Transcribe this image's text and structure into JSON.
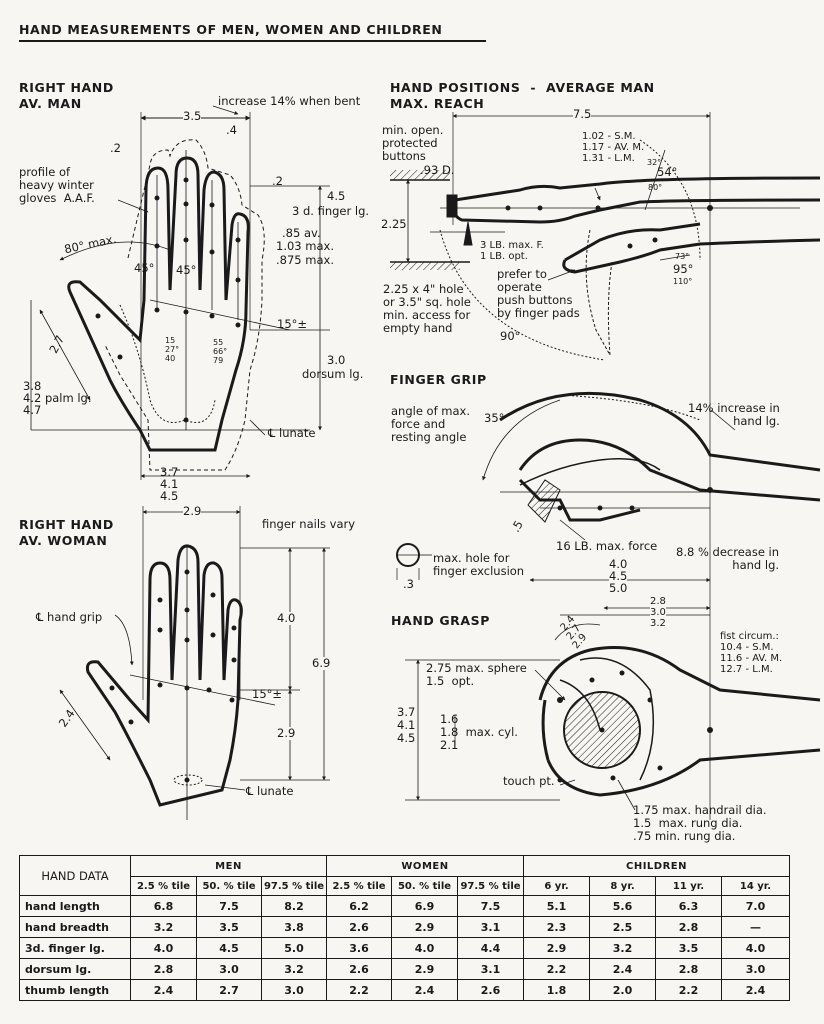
{
  "title": "HAND MEASUREMENTS OF MEN, WOMEN AND CHILDREN",
  "man": {
    "heading_1": "RIGHT HAND",
    "heading_2": "AV. MAN",
    "increase_bent": "increase 14% when bent",
    "w_3_5": "3.5",
    "w_2": ".2",
    "w_4": ".4",
    "w_2b": ".2",
    "gloves": "profile of\nheavy winter\ngloves  A.A.F.",
    "finger_lg_num": "4.5",
    "finger_lg": "3 d. finger lg.",
    "nail_1": ".85 av.",
    "nail_2": "1.03 max.",
    "nail_3": ".875 max.",
    "angle_80": "80° max.",
    "angle_45a": "45°",
    "angle_45b": "45°",
    "angle_15": "15°±",
    "thumb_2_7": "2.7",
    "joint_a": "15\n27°\n40",
    "joint_b": "55\n66°\n79",
    "dorsum_num": "3.0",
    "dorsum": "dorsum lg.",
    "palm_1": "3.8",
    "palm_2": "4.2 palm lg.",
    "palm_3": "4.7",
    "lunate": "℄ lunate",
    "bottom_1": "3.7",
    "bottom_2": "4.1",
    "bottom_3": "4.5"
  },
  "woman": {
    "heading_1": "RIGHT HAND",
    "heading_2": "AV. WOMAN",
    "w_2_9": "2.9",
    "nails": "finger nails vary",
    "hand_grip": "℄ hand grip",
    "len_4_0": "4.0",
    "len_6_9": "6.9",
    "angle_15": "15°±",
    "len_2_9": "2.9",
    "thumb_2_4": "2.4",
    "lunate": "℄ lunate"
  },
  "reach": {
    "heading_1": "HAND POSITIONS  -  AVERAGE MAN",
    "heading_2": "MAX. REACH",
    "len_7_5": "7.5",
    "buttons": "min. open.\nprotected\nbuttons",
    "d_93": ".93 D.",
    "sizes": "1.02 - S.M.\n1.17 - AV. M.\n1.31 - L.M.",
    "ang_32": "32°",
    "ang_54": "54°",
    "ang_80": "80°",
    "h_2_25": "2.25",
    "force": "3 LB. max. F.\n1 LB. opt.",
    "hole": "2.25 x 4\" hole\nor 3.5\" sq. hole\nmin. access for\nempty hand",
    "prefer": "prefer to\noperate\npush buttons\nby finger pads",
    "ang_73": "73°",
    "ang_95": "95°",
    "ang_110": "110°",
    "ang_90": "90°"
  },
  "grip": {
    "heading": "FINGER GRIP",
    "angle_note": "angle of max.\nforce and\nresting angle",
    "ang_35": "35°",
    "increase": "14% increase in\nhand lg.",
    "d_5": ".5",
    "force": "16 LB. max. force",
    "decrease": "8.8 % decrease in\nhand lg.",
    "len_1": "4.0",
    "len_2": "4.5",
    "len_3": "5.0",
    "hole_note": "max. hole for\nfinger exclusion",
    "hole_d": ".3"
  },
  "grasp": {
    "heading": "HAND GRASP",
    "r_1": "2.4",
    "r_2": "2.7",
    "r_3": "2.9",
    "t_1": "2.8",
    "t_2": "3.0",
    "t_3": "3.2",
    "fist": "fist circum.:\n10.4 - S.M.\n11.6 - AV. M.\n12.7 - L.M.",
    "sphere": "2.75 max. sphere\n1.5  opt.",
    "h_1": "3.7",
    "h_2": "4.1",
    "h_3": "4.5",
    "cyl": "1.6\n1.8  max. cyl.\n2.1",
    "touch": "touch pt.",
    "rail": "1.75 max. handrail dia.\n1.5  max. rung dia.\n.75 min. rung dia."
  },
  "table": {
    "corner": "HAND DATA",
    "groups": [
      "MEN",
      "WOMEN",
      "CHILDREN"
    ],
    "percentiles": [
      "2.5 % tile",
      "50. % tile",
      "97.5 % tile",
      "2.5 % tile",
      "50. % tile",
      "97.5 % tile",
      "6 yr.",
      "8 yr.",
      "11 yr.",
      "14 yr."
    ],
    "rows": [
      {
        "label": "hand length",
        "values": [
          "6.8",
          "7.5",
          "8.2",
          "6.2",
          "6.9",
          "7.5",
          "5.1",
          "5.6",
          "6.3",
          "7.0"
        ]
      },
      {
        "label": "hand breadth",
        "values": [
          "3.2",
          "3.5",
          "3.8",
          "2.6",
          "2.9",
          "3.1",
          "2.3",
          "2.5",
          "2.8",
          "—"
        ]
      },
      {
        "label": "3d. finger lg.",
        "values": [
          "4.0",
          "4.5",
          "5.0",
          "3.6",
          "4.0",
          "4.4",
          "2.9",
          "3.2",
          "3.5",
          "4.0"
        ]
      },
      {
        "label": "dorsum lg.",
        "values": [
          "2.8",
          "3.0",
          "3.2",
          "2.6",
          "2.9",
          "3.1",
          "2.2",
          "2.4",
          "2.8",
          "3.0"
        ]
      },
      {
        "label": "thumb length",
        "values": [
          "2.4",
          "2.7",
          "3.0",
          "2.2",
          "2.4",
          "2.6",
          "1.8",
          "2.0",
          "2.2",
          "2.4"
        ]
      }
    ]
  }
}
